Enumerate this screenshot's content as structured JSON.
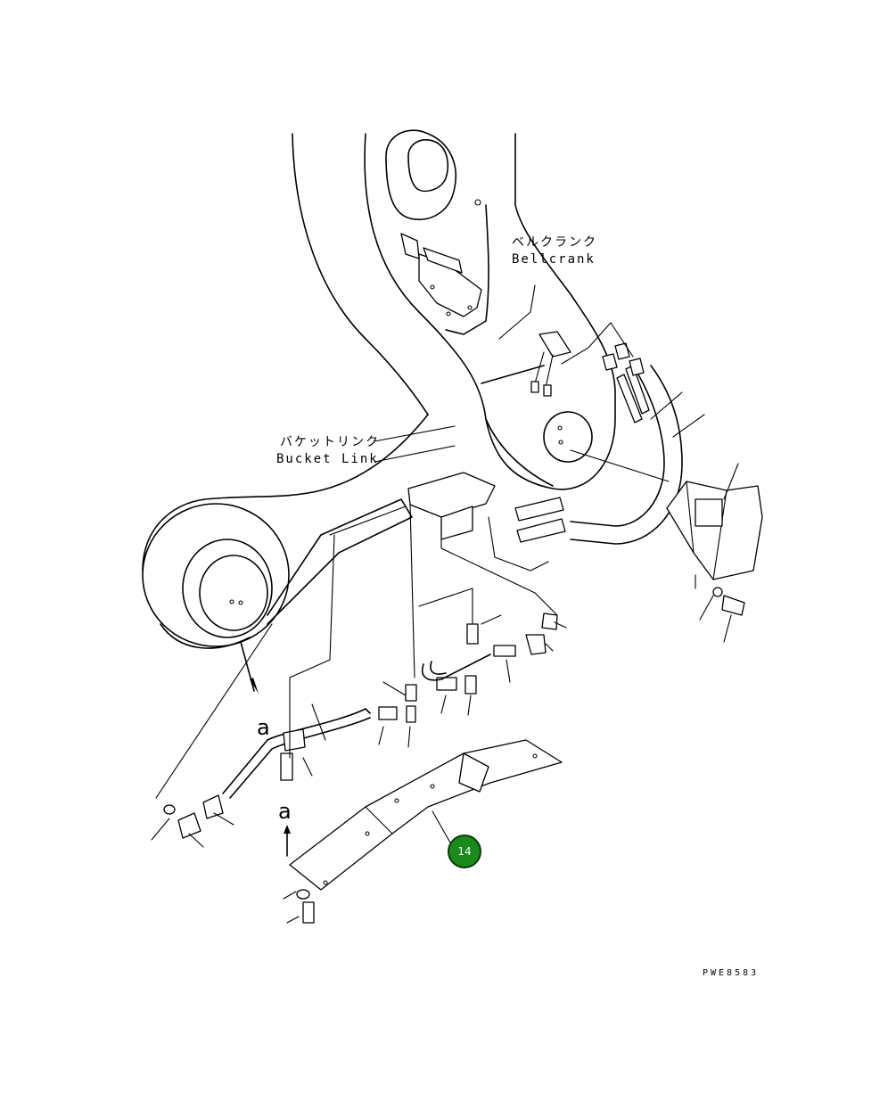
{
  "labels": {
    "bellcrank_jp": "ベルクランク",
    "bellcrank_en": "Bellcrank",
    "bucket_link_jp": "バケットリンク",
    "bucket_link_en": "Bucket Link",
    "view_a_upper": "a",
    "view_a_lower": "a"
  },
  "callout": {
    "number": "14",
    "color": "#1a8a1a"
  },
  "drawing_code": "PWE8583"
}
